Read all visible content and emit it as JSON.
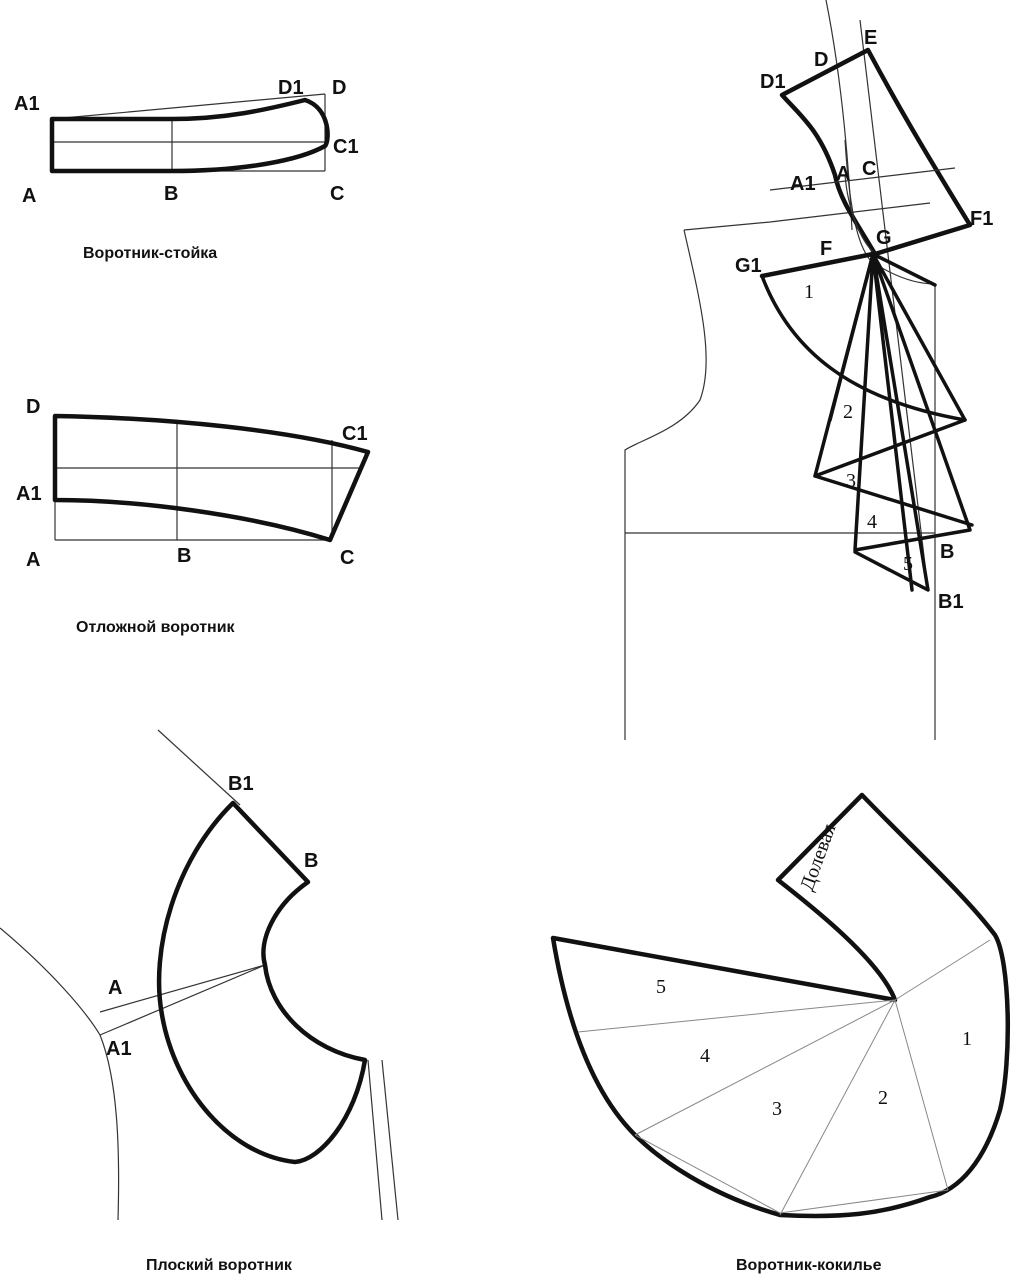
{
  "captions": {
    "stand_collar": "Воротник-стойка",
    "turndown_collar": "Отложной воротник",
    "flat_collar": "Плоский воротник",
    "cascade_collar": "Воротник-кокилье"
  },
  "stand_collar": {
    "points": {
      "A1": "A1",
      "A": "A",
      "B": "B",
      "C": "C",
      "C1": "C1",
      "D": "D",
      "D1": "D1"
    }
  },
  "turndown_collar": {
    "points": {
      "D": "D",
      "A1": "A1",
      "A": "A",
      "B": "B",
      "C": "C",
      "C1": "C1"
    }
  },
  "construction": {
    "points": {
      "E": "E",
      "D": "D",
      "D1": "D1",
      "A1": "A1",
      "A": "A",
      "C": "C",
      "F1": "F1",
      "G1": "G1",
      "F": "F",
      "G": "G",
      "B": "B",
      "B1": "B1"
    },
    "sections": [
      "1",
      "2",
      "3",
      "4",
      "5"
    ]
  },
  "flat_collar": {
    "points": {
      "B1": "B1",
      "B": "B",
      "A": "A",
      "A1": "A1"
    }
  },
  "cascade_collar": {
    "grain_label": "Долевая",
    "sections": [
      "1",
      "2",
      "3",
      "4",
      "5"
    ]
  }
}
